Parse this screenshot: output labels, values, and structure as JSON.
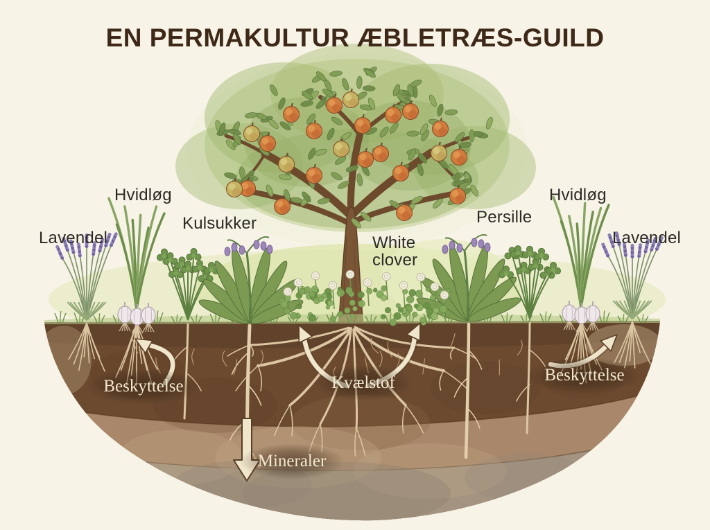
{
  "title": "EN PERMAKULTUR ÆBLETRÆS-GUILD",
  "labels": {
    "lavendel_left": "Lavendel",
    "hvidlog_left": "Hvidløg",
    "kulsukker": "Kulsukker",
    "white_clover": "White clover",
    "persille": "Persille",
    "hvidlog_right": "Hvidløg",
    "lavendel_right": "Lavendel"
  },
  "soil_labels": {
    "beskyttelse_left": "Beskyttelse",
    "kvaelstof": "Kvælstof",
    "beskyttelse_right": "Beskyttelse",
    "mineraler": "Mineraler"
  },
  "colors": {
    "background": "#f7f3e6",
    "title_text": "#3e2817",
    "plant_label_text": "#2b2a26",
    "soil_label_text": "#f3e9d0",
    "soil_dark": "#6b4a30",
    "soil_mid": "#a8876a",
    "soil_light": "#a39380",
    "soil_line": "#4a3018",
    "canopy_green": "#9fb86f",
    "leaf_green": "#7f9c53",
    "leaf_edge": "#5a7240",
    "trunk_brown": "#7a5636",
    "trunk_edge": "#5d4026",
    "apple_orange": "#d07c3c",
    "apple_orange_hi": "#e39a55",
    "apple_green": "#c3b261",
    "apple_green_hi": "#d8cc82",
    "root_cream": "#dcc7a2",
    "root_deep": "#e2cfab",
    "lavender_purple": "#8b80b5",
    "lavender_deep": "#6f63a2",
    "garlic_white": "#efe8ea",
    "garlic_edge": "#b3a2ab",
    "herb_green": "#6f944c",
    "herb_edge": "#4d6a33",
    "clover_flower": "#f3efdd",
    "arrow_cream": "#f0e6cc",
    "arrow_edge": "#5a3f28",
    "understory_wash": "#e4e9bd"
  }
}
